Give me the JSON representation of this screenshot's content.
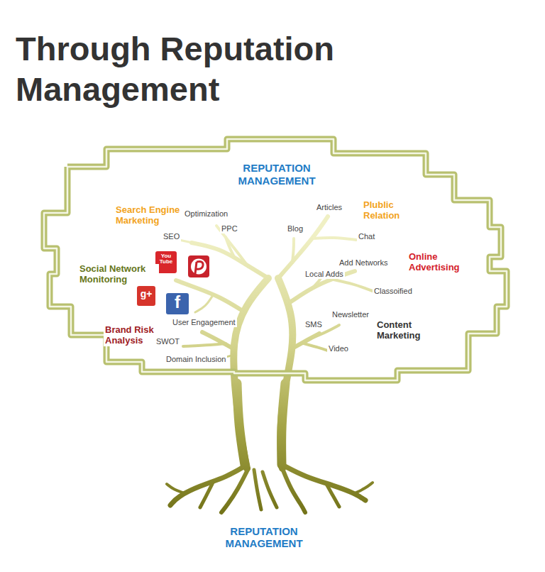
{
  "diagram": {
    "title": "Through Reputation Management",
    "nodes": [
      {
        "text": [
          "REPUTATION MANAGEMENT"
        ]
      }
    ],
    "labels": [
      "Search Engine Marketing",
      "Optimization",
      "SEO",
      "PPC",
      "Articles",
      "Plublic Relation",
      "Blog",
      "Chat",
      "Social Network Monitoring",
      "You Tube",
      "g+",
      "f",
      "Online Advertising",
      "Add Networks",
      "Local Adds",
      "Classoified",
      "User Engagement",
      "Brand Risk Analysis",
      "SWOT",
      "Domain Inclusion",
      "Newsletter",
      "SMS",
      "Content Marketing",
      "Video",
      "REPUTATION MANAGEMENT"
    ]
  }
}
